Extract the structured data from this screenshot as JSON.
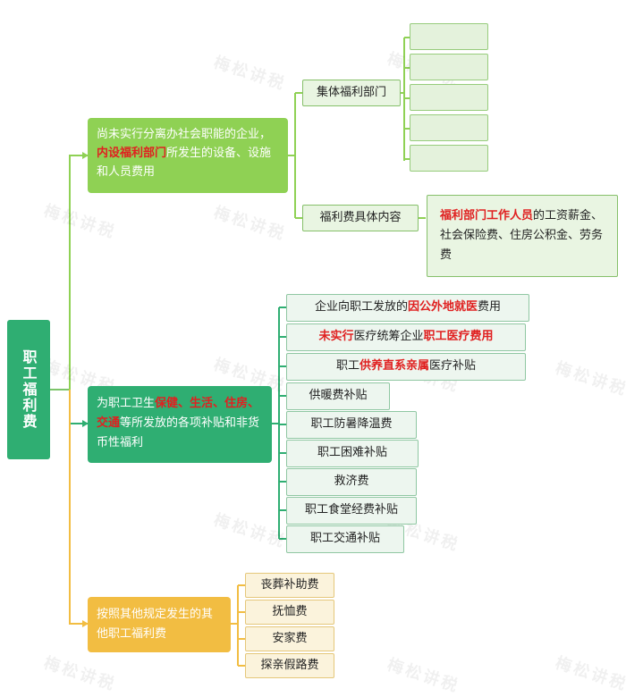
{
  "root": {
    "label": "职工福利费"
  },
  "branch1": {
    "text_a": "尚未实行分离办社会职能的企业，",
    "text_red": "内设福利部门",
    "text_b": "所发生的设备、设施和人员费用",
    "children": [
      {
        "label": "集体福利部门"
      },
      {
        "label": "福利费具体内容"
      }
    ],
    "detail": {
      "text_red": "福利部门工作人员",
      "text_b": "的工资薪金、社会保险费、住房公积金、劳务费"
    }
  },
  "branch2": {
    "text_a": "为职工卫生",
    "red1": "保健、生活、住房、交通",
    "text_b": "等所发放的各项补贴和非货币性福利",
    "leaves": [
      {
        "pre": "企业向职工发放的",
        "red": "因公外地就医",
        "post": "费用"
      },
      {
        "pre": "",
        "red": "未实行",
        "post": "医疗统筹企业",
        "red2": "职工医疗费用"
      },
      {
        "pre": "职工",
        "red": "供养直系亲属",
        "post": "医疗补贴"
      },
      {
        "label": "供暖费补贴"
      },
      {
        "label": "职工防暑降温费"
      },
      {
        "label": "职工困难补贴"
      },
      {
        "label": "救济费"
      },
      {
        "label": "职工食堂经费补贴"
      },
      {
        "label": "职工交通补贴"
      }
    ]
  },
  "branch3": {
    "text": "按照其他规定发生的其他职工福利费",
    "leaves": [
      {
        "label": "丧葬补助费"
      },
      {
        "label": "抚恤费"
      },
      {
        "label": "安家费"
      },
      {
        "label": "探亲假路费"
      }
    ]
  },
  "watermark": {
    "text": "梅松讲税"
  },
  "colors": {
    "line_green": "#8fd154",
    "line_teal": "#2fae72",
    "line_yellow": "#f2bd42",
    "accent_red": "#e02020"
  }
}
